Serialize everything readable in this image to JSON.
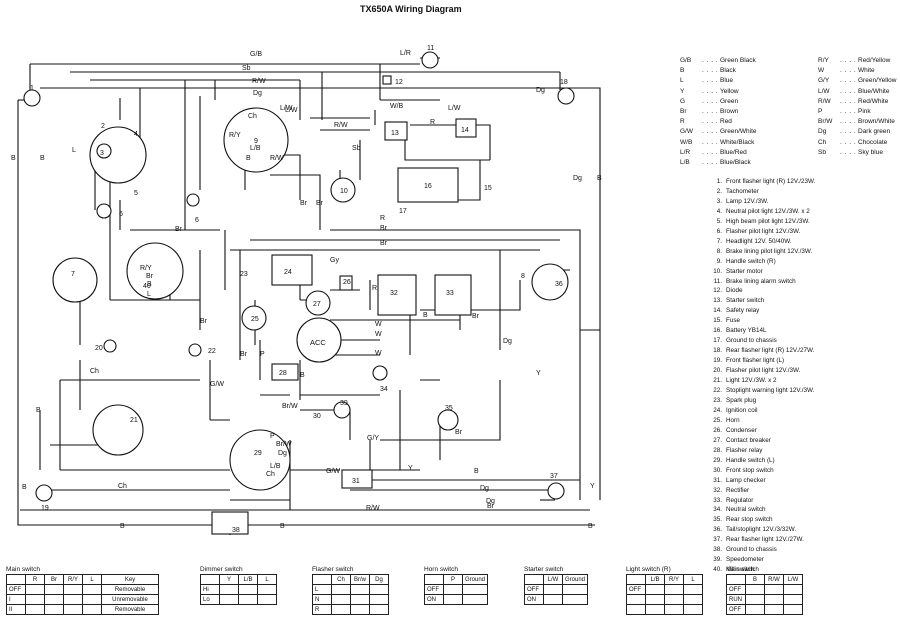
{
  "title": "TX650A Wiring Diagram",
  "color_codes_left": [
    {
      "code": "G/B",
      "name": "Green Black"
    },
    {
      "code": "B",
      "name": "Black"
    },
    {
      "code": "L",
      "name": "Blue"
    },
    {
      "code": "Y",
      "name": "Yellow"
    },
    {
      "code": "G",
      "name": "Green"
    },
    {
      "code": "Br",
      "name": "Brown"
    },
    {
      "code": "R",
      "name": "Red"
    },
    {
      "code": "G/W",
      "name": "Green/White"
    },
    {
      "code": "W/B",
      "name": "White/Black"
    },
    {
      "code": "L/R",
      "name": "Blue/Red"
    },
    {
      "code": "L/B",
      "name": "Blue/Black"
    }
  ],
  "color_codes_right": [
    {
      "code": "R/Y",
      "name": "Red/Yellow"
    },
    {
      "code": "W",
      "name": "White"
    },
    {
      "code": "G/Y",
      "name": "Green/Yellow"
    },
    {
      "code": "L/W",
      "name": "Blue/White"
    },
    {
      "code": "R/W",
      "name": "Red/White"
    },
    {
      "code": "P",
      "name": "Pink"
    },
    {
      "code": "Br/W",
      "name": "Brown/White"
    },
    {
      "code": "Dg",
      "name": "Dark green"
    },
    {
      "code": "Ch",
      "name": "Chocolate"
    },
    {
      "code": "Sb",
      "name": "Sky blue"
    }
  ],
  "parts": [
    "Front flasher light (R) 12V./23W.",
    "Tachometer",
    "Lamp 12V./3W.",
    "Neutral pilot light 12V./3W. x 2",
    "High beam pilot light 12V./3W.",
    "Flasher pilot light 12V./3W.",
    "Headlight 12V. 50/40W.",
    "Brake lining pilot light 12V./3W.",
    "Handle switch (R)",
    "Starter motor",
    "Brake lining alarm switch",
    "Diode",
    "Starter switch",
    "Safety relay",
    "Fuse",
    "Battery YB14L",
    "Ground to chassis",
    "Rear flasher light (R) 12V./27W.",
    "Front flasher light (L)",
    "Flasher pilot light 12V./3W.",
    "Light 12V./3W. x 2",
    "Stoplight warning light 12V./3W.",
    "Spark plug",
    "Ignition coil",
    "Horn",
    "Condenser",
    "Contact breaker",
    "Flasher relay",
    "Handle switch (L)",
    "Front stop switch",
    "Lamp checker",
    "Rectifier",
    "Regulator",
    "Neutral switch",
    "Rear stop switch",
    "Tail/stoplight 12V./3/32W.",
    "Rear flasher light 12V./27W.",
    "Ground to chassis",
    "Speedometer",
    "Main switch"
  ],
  "diagram": {
    "wire_labels": [
      "G/B",
      "Sb",
      "R/W",
      "Dg",
      "L/W",
      "L/R",
      "W/B",
      "L/W",
      "R",
      "R/W",
      "R/W",
      "Sb",
      "B",
      "L",
      "B",
      "Dg",
      "Br",
      "Br",
      "Br",
      "R",
      "Br",
      "Br",
      "Gy",
      "R",
      "W",
      "W",
      "W",
      "B",
      "Br",
      "Br",
      "G/W",
      "B",
      "Br/W",
      "Ch",
      "B",
      "Br",
      "Y",
      "G/Y",
      "Br",
      "Dg",
      "Y",
      "B",
      "Ch",
      "B",
      "Dg",
      "G/W",
      "B",
      "Y",
      "R/W",
      "Br",
      "B",
      "Dg",
      "B"
    ],
    "component_numbers": [
      "1",
      "2",
      "3",
      "4",
      "5",
      "6",
      "7",
      "8",
      "9",
      "10",
      "11",
      "12",
      "13",
      "14",
      "15",
      "16",
      "17",
      "18",
      "19",
      "20",
      "21",
      "22",
      "23",
      "24",
      "25",
      "26",
      "27",
      "28",
      "29",
      "30",
      "31",
      "32",
      "33",
      "34",
      "35",
      "36",
      "37",
      "38",
      "39",
      "40"
    ],
    "acc_label": "ACC",
    "connector_labels_left": [
      "R/Y",
      "Br",
      "B",
      "L"
    ],
    "connector_labels_top": [
      "L/W",
      "R/Y",
      "Ch",
      "L/B",
      "B"
    ],
    "connector_labels_bottom": [
      "P",
      "Br/W",
      "Dg",
      "L/B",
      "Ch"
    ]
  },
  "switch_tables": [
    {
      "name": "Main switch",
      "headers": [
        "",
        "R",
        "Br",
        "R/Y",
        "L",
        "Key"
      ],
      "rows": [
        [
          "OFF",
          "",
          "",
          "",
          "",
          "Removable"
        ],
        [
          "I",
          "",
          "",
          "",
          "",
          "Unremovable"
        ],
        [
          "II",
          "",
          "",
          "",
          "",
          "Removable"
        ]
      ]
    },
    {
      "name": "Dimmer switch",
      "headers": [
        "",
        "Y",
        "L/B",
        "L"
      ],
      "rows": [
        [
          "Hi",
          "",
          "",
          ""
        ],
        [
          "Lo",
          "",
          "",
          ""
        ]
      ]
    },
    {
      "name": "Flasher switch",
      "headers": [
        "",
        "Ch",
        "Br/w",
        "Dg"
      ],
      "rows": [
        [
          "L",
          "",
          "",
          ""
        ],
        [
          "N",
          "",
          "",
          ""
        ],
        [
          "R",
          "",
          "",
          ""
        ]
      ]
    },
    {
      "name": "Horn switch",
      "headers": [
        "",
        "P",
        "Ground"
      ],
      "rows": [
        [
          "OFF",
          "",
          ""
        ],
        [
          "ON",
          "",
          ""
        ]
      ]
    },
    {
      "name": "Starter switch",
      "headers": [
        "",
        "L/W",
        "Ground"
      ],
      "rows": [
        [
          "OFF",
          "",
          ""
        ],
        [
          "ON",
          "",
          ""
        ]
      ]
    },
    {
      "name": "Light switch (R)",
      "headers": [
        "",
        "L/B",
        "R/Y",
        "L"
      ],
      "rows": [
        [
          "OFF",
          "",
          "",
          ""
        ],
        [
          "",
          "",
          "",
          ""
        ],
        [
          "",
          "",
          "",
          ""
        ]
      ]
    },
    {
      "name": "Kill switch",
      "headers": [
        "",
        "B",
        "R/W",
        "L/W"
      ],
      "rows": [
        [
          "OFF",
          "",
          "",
          ""
        ],
        [
          "RUN",
          "",
          "",
          ""
        ],
        [
          "OFF",
          "",
          "",
          ""
        ]
      ]
    }
  ]
}
